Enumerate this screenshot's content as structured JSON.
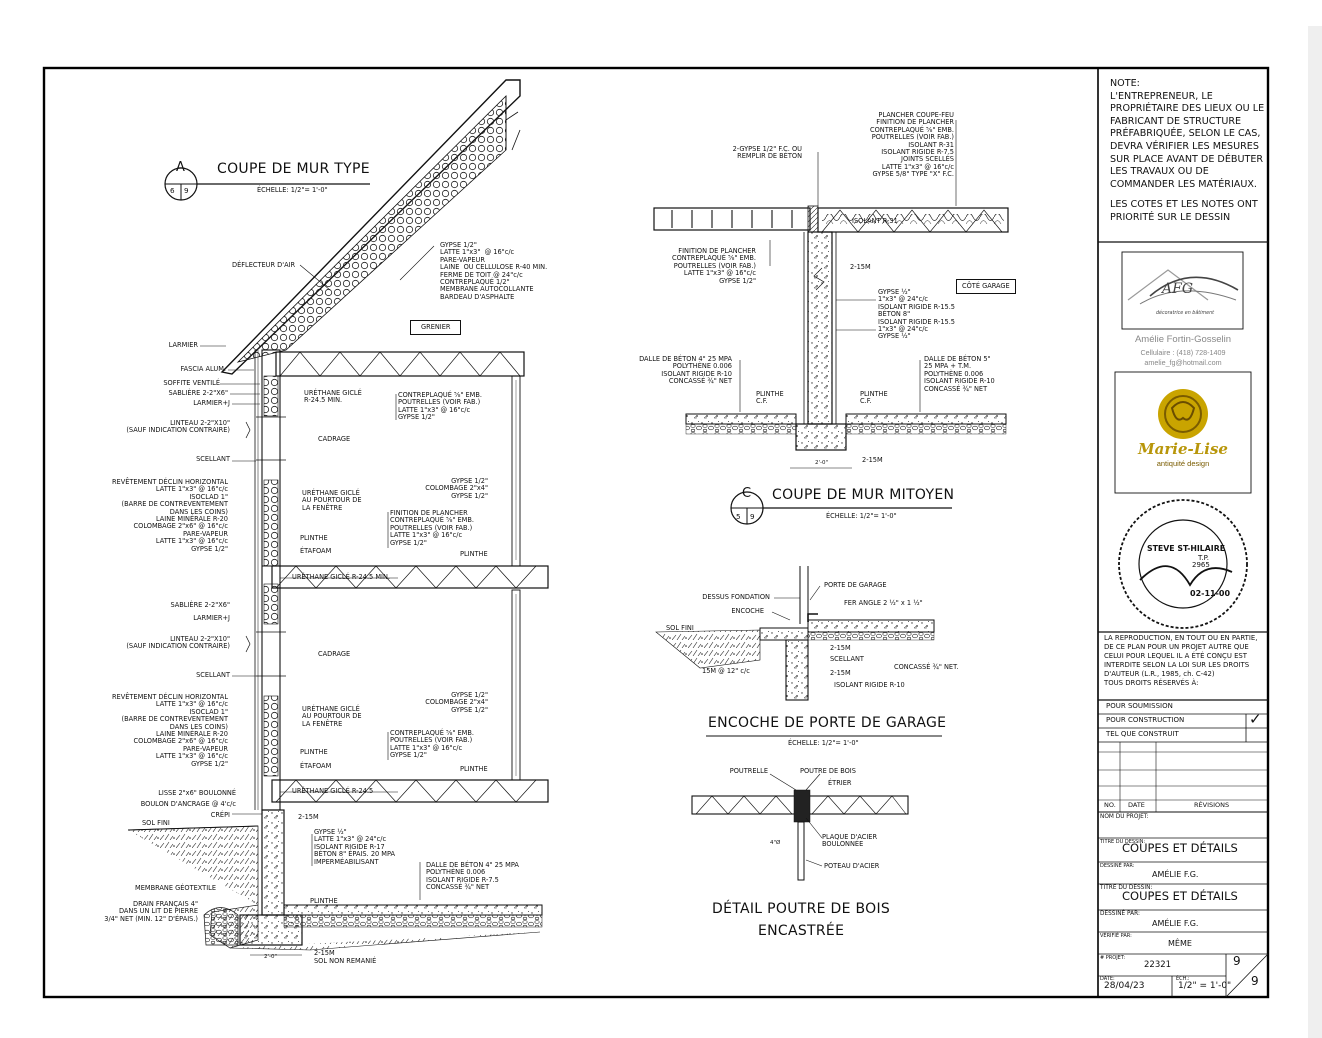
{
  "colors": {
    "line": "#111111",
    "gold": "#b8960a",
    "gold_dark": "#7a5c00",
    "gray_text": "#888888"
  },
  "note": {
    "title": "NOTE:",
    "lines": [
      "L'ENTREPRENEUR, LE",
      "PROPRIÉTAIRE DES LIEUX OU LE",
      "FABRICANT DE STRUCTURE",
      "PRÉFABRIQUÉE, SELON LE CAS,",
      "DEVRA VÉRIFIER LES MESURES",
      "SUR PLACE AVANT DE DÉBUTER",
      "LES TRAVAUX OU DE",
      "COMMANDER LES MATÉRIAUX."
    ],
    "priority": [
      "LES COTES ET LES NOTES ONT",
      "PRIORITÉ SUR LE DESSIN"
    ]
  },
  "afg": {
    "logo_text": "AFG",
    "logo_tag": "décoratrice en bâtiment",
    "name": "Amélie Fortin-Gosselin",
    "phone": "Cellulaire : (418) 728-1409",
    "email": "amelie_fg@hotmail.com"
  },
  "marielise": {
    "name": "Marie-Lise",
    "tag": "antiquité design"
  },
  "seal": {
    "name": "STEVE ST-HILAIRE",
    "title": "T.P.",
    "number": "2965",
    "date": "02-11-00"
  },
  "copyright": [
    "LA REPRODUCTION, EN TOUT OU EN PARTIE,",
    "DE CE PLAN POUR UN PROJET AUTRE QUE",
    "CELUI POUR LEQUEL IL A ÉTÉ CONÇU EST",
    "INTERDITE SELON LA LOI SUR LES DROITS",
    "D'AUTEUR (L.R., 1985, ch. C-42)",
    "TOUS DROITS RÉSERVÉS À:"
  ],
  "status": [
    "POUR SOUMISSION",
    "POUR CONSTRUCTION",
    "TEL QUE CONSTRUIT"
  ],
  "status_check": "✓",
  "revisions": {
    "no": "NO.",
    "date": "DATE",
    "revisions": "RÉVISIONS"
  },
  "titleblock": {
    "projet_label": "NOM DU PROJET:",
    "dessin1_label": "TITRE DU DESSIN:",
    "dessin1": "COUPES ET DÉTAILS",
    "par1_label": "DESSINÉ PAR:",
    "par1": "AMÉLIE F.G.",
    "dessin2_label": "TITRE DU DESSIN:",
    "dessin2": "COUPES ET DÉTAILS",
    "par2_label": "DESSINÉ PAR:",
    "par2": "AMÉLIE F.G.",
    "verif_label": "VÉRIFIÉ PAR:",
    "verif": "MÊME",
    "projet_no_label": "# PROJET:",
    "projet_no": "22321",
    "date_label": "DATE:",
    "date": "28/04/23",
    "echelle_label": "ÉCH.:",
    "echelle": "1/2\" = 1'-0\"",
    "page": "9",
    "pages": "9"
  },
  "sectionA": {
    "letter": "A",
    "num": "6",
    "sheet": "9",
    "title": "COUPE DE MUR TYPE",
    "scale": "ÉCHELLE: 1/2\"= 1'-0\""
  },
  "sectionC": {
    "letter": "C",
    "num": "5",
    "sheet": "9",
    "title": "COUPE DE MUR MITOYEN",
    "scale": "ÉCHELLE: 1/2\"= 1'-0\""
  },
  "garage": {
    "title": "ENCOCHE DE PORTE DE GARAGE",
    "scale": "ÉCHELLE: 1/2\"= 1'-0\""
  },
  "poutre": {
    "title1": "DÉTAIL POUTRE DE BOIS",
    "title2": "ENCASTRÉE"
  },
  "labelsA": {
    "deflecteur": "DÉFLECTEUR D'AIR",
    "roof": "GYPSE 1/2\"\nLATTE 1\"x3\"  @ 16\"c/c\nPARE-VAPEUR\nLAINE  OU CELLULOSE R-40 MIN.\nFERME DE TOIT @ 24\"c/c\nCONTREPLAQUÉ 1/2\"\nMEMBRANE AUTOCOLLANTE\nBARDEAU D'ASPHALTE",
    "grenier": "GRENIER",
    "larmier": "LARMIER",
    "fascia": "FASCIA ALUM.",
    "soffite": "SOFFITE VENTILÉ",
    "sabliere1": "SABLIÈRE 2-2\"X6\"",
    "larmierj1": "LARMIER+J",
    "urethane_top": "URÉTHANE GICLÉ\nR-24.5 MIN.",
    "ceiling_top": "CONTREPLAQUÉ ⅝\" EMB.\nPOUTRELLES (VOIR FAB.)\nLATTE 1\"x3\" @ 16\"c/c\nGYPSE 1/2\"",
    "linteau1": "LINTEAU 2-2\"X10\"\n(SAUF INDICATION CONTRAIRE)",
    "cadrage1": "CADRAGE",
    "scellant1": "SCELLANT",
    "wall1": "REVÊTEMENT DÉCLIN HORIZONTAL\nLATTE 1\"x3\" @ 16\"c/c\nISOCLAD 1\"\n(BARRE DE CONTREVENTEMENT\nDANS LES COINS)\nLAINE MINÉRALE R-20\nCOLOMBAGE 2\"x6\" @ 16\"c/c\nPARE-VAPEUR\nLATTE 1\"x3\" @ 16\"c/c\nGYPSE 1/2\"",
    "urethane_fen1": "URÉTHANE GICLÉ\nAU POURTOUR DE\nLA FENÊTRE",
    "plinthe1": "PLINTHE",
    "etafoam1": "ÉTAFOAM",
    "gypse_col1": "GYPSE 1/2\"\nCOLOMBAGE 2\"x4\"\nGYPSE 1/2\"",
    "floor1": "FINITION DE PLANCHER\nCONTREPLAQUÉ ⅝\" EMB.\nPOUTRELLES (VOIR FAB.)\nLATTE 1\"x3\" @ 16\"c/c\nGYPSE 1/2\"",
    "plinthe_r1": "PLINTHE",
    "urethane_rim1": "URÉTHANE GICLÉ R-24.5 MIN.",
    "sabliere2": "SABLIÈRE 2-2\"X6\"",
    "larmierj2": "LARMIER+J",
    "linteau2": "LINTEAU 2-2\"X10\"\n(SAUF INDICATION CONTRAIRE)",
    "cadrage2": "CADRAGE",
    "scellant2": "SCELLANT",
    "wall2": "REVÊTEMENT DÉCLIN HORIZONTAL\nLATTE 1\"x3\" @ 16\"c/c\nISOCLAD 1\"\n(BARRE DE CONTREVENTEMENT\nDANS LES COINS)\nLAINE MINÉRALE R-20\nCOLOMBAGE 2\"x6\" @ 16\"c/c\nPARE-VAPEUR\nLATTE 1\"x3\" @ 16\"c/c\nGYPSE 1/2\"",
    "urethane_fen2": "URÉTHANE GICLÉ\nAU POURTOUR DE\nLA FENÊTRE",
    "plinthe2": "PLINTHE",
    "etafoam2": "ÉTAFOAM",
    "gypse_col2": "GYPSE 1/2\"\nCOLOMBAGE 2\"x4\"\nGYPSE 1/2\"",
    "floor2": "CONTREPLAQUÉ ⅝\" EMB.\nPOUTRELLES (VOIR FAB.)\nLATTE 1\"x3\" @ 16\"c/c\nGYPSE 1/2\"",
    "plinthe_r2": "PLINTHE",
    "urethane_rim2": "URÉTHANE GICLÉ R-24.5",
    "lisse": "LISSE 2\"x6\" BOULONNÉ",
    "boulon": "BOULON D'ANCRAGE @ 4'c/c",
    "crepi": "CRÉPI",
    "solfini": "SOL FINI",
    "r215a": "2-15M",
    "basement": "GYPSE ½\"\nLATTE 1\"x3\" @ 24\"c/c\nISOLANT RIGIDE R-17\nBÉTON 8\" ÉPAIS. 20 MPA\nIMPERMÉABILISANT",
    "dalle": "DALLE DE BÉTON 4\" 25 MPA\nPOLYTHÈNE 0.006\nISOLANT RIGIDE R-7.5\nCONCASSÉ ¾\" NET",
    "membrane": "MEMBRANE GÉOTEXTILE",
    "drain": "DRAIN FRANÇAIS 4\"\nDANS UN LIT DE PIERRE\n3/4\" NET (MIN. 12\" D'ÉPAIS.)",
    "plinthe_b": "PLINTHE",
    "r215b": "2-15M",
    "solnon": "SOL NON REMANIÉ",
    "dim2": "2'-0\""
  },
  "labelsC": {
    "plancher_feu": "PLANCHER COUPE-FEU\nFINITION DE PLANCHER\nCONTREPLAQUÉ ⅝\" EMB.\nPOUTRELLES (VOIR FAB.)\nISOLANT R-31\nISOLANT RIGIDE R-7.5\nJOINTS SCELLÉS\nLATTE 1\"x3\" @ 16\"c/c\nGYPSE 5/8\" TYPE \"X\" F.C.",
    "gypse_fc": "2-GYPSE 1/2\" F.C. OU\nREMPLIR DE BÉTON",
    "isolant31": "ISOLANT R-31",
    "finition": "FINITION DE PLANCHER\nCONTREPLAQUÉ ⅝\" EMB.\nPOUTRELLES (VOIR FAB.)\nLATTE 1\"x3\" @ 16\"c/c\nGYPSE 1/2\"",
    "r215c": "2-15M",
    "cote": "CÔTÉ GARAGE",
    "wallC": "GYPSE ½\"\n1\"x3\" @ 24\"c/c\nISOLANT RIGIDE R-15.5\nBÉTON 8\"\nISOLANT RIGIDE R-15.5\n1\"x3\" @ 24\"c/c\nGYPSE ½\"",
    "dalle_l": "DALLE DE BÉTON 4\" 25 MPA\nPOLYTHÈNE 0.006\nISOLANT RIGIDE R-10\nCONCASSÉ ¾\" NET",
    "dalle_r": "DALLE DE BÉTON 5\"\n25 MPA + T.M.\nPOLYTHÈNE 0.006\nISOLANT RIGIDE R-10\nCONCASSÉ ¾\" NET",
    "plinthe_l": "PLINTHE\nC.F.",
    "plinthe_r": "PLINTHE\nC.F.",
    "r215d": "2-15M",
    "dim": "2'-0\""
  },
  "labelsG": {
    "dessus": "DESSUS FONDATION",
    "encoche": "ENCOCHE",
    "solfini": "SOL FINI",
    "porte": "PORTE DE GARAGE",
    "fer": "FER ANGLE 2 ½\" x 1 ½\"",
    "scellant": "SCELLANT",
    "r215": "2-15M",
    "r215b": "2-15M",
    "concasse": "CONCASSÉ ¾\" NET.",
    "isolant": "ISOLANT RIGIDE R-10",
    "tige": "15M @ 12\" c/c"
  },
  "labelsP": {
    "poutrelle": "POUTRELLE",
    "poutre": "POUTRE DE BOIS",
    "etrier": "ÉTRIER",
    "plaque": "PLAQUE D'ACIER\nBOULONNÉE",
    "poteau": "POTEAU D'ACIER",
    "dim": "4\"Ø"
  }
}
